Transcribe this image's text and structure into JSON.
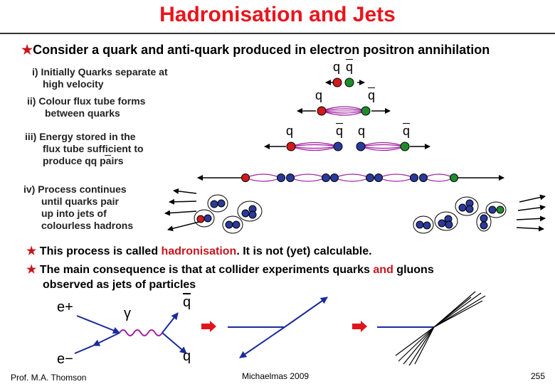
{
  "title": "Hadronisation and Jets",
  "intro": "Consider a quark and anti-quark produced in electron positron annihilation",
  "steps": {
    "s1a": "i) Initially Quarks separate at",
    "s1b": "high velocity",
    "s2a": "ii) Colour flux tube forms",
    "s2b": "between quarks",
    "s3a": "iii) Energy stored in the",
    "s3b": "flux tube sufficient to",
    "s3c": "produce qq pairs",
    "s4a": "iv) Process continues",
    "s4b": "until quarks pair",
    "s4c": "up into jets of",
    "s4d": "colourless hadrons"
  },
  "quark_labels": {
    "q": "q"
  },
  "conclusions": {
    "c1_pre": "This process is called ",
    "c1_em": "hadronisation",
    "c1_post": ". It is not (yet) calculable.",
    "c2_pre": "The main consequence is that at collider experiments quarks ",
    "c2_em": "and",
    "c2_post": " gluons",
    "c2_line2": "observed as jets of particles"
  },
  "feynman": {
    "e_plus": "e+",
    "e_minus": "e−",
    "gamma": "γ",
    "q": "q",
    "qbar": "q"
  },
  "footer": {
    "author": "Prof. M.A. Thomson",
    "course": "Michaelmas 2009",
    "page": "255"
  },
  "colors": {
    "title": "#e8141c",
    "accent": "#c8161d",
    "quark_red": "#d21a1a",
    "quark_green": "#1e8c2a",
    "quark_blue": "#2a3a9c",
    "flux_tube": "#a020a0",
    "arrow": "#1a2a9c"
  }
}
